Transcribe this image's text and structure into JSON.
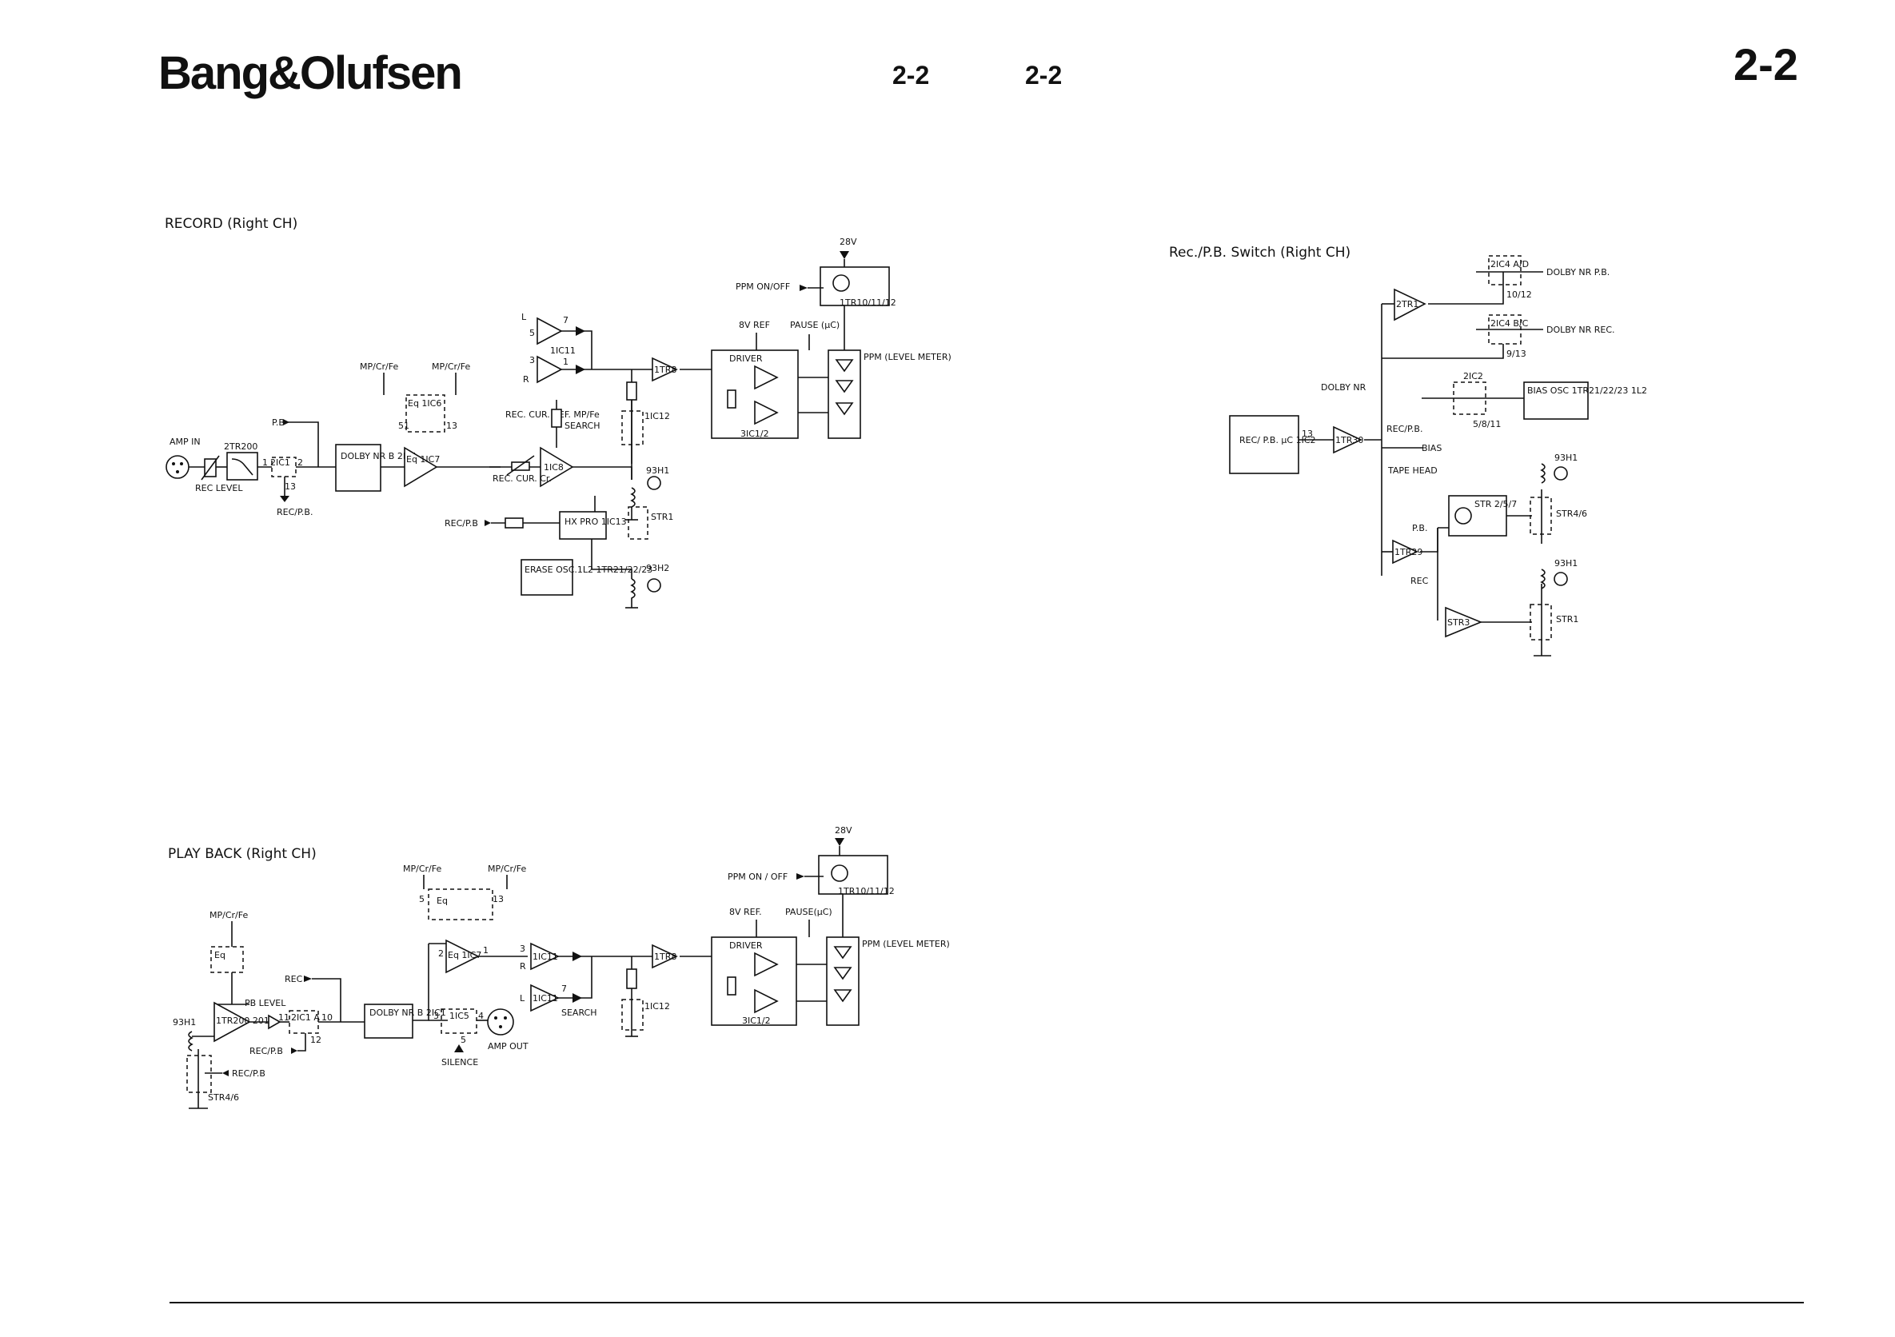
{
  "header": {
    "brand": "Bang&Olufsen",
    "page_left": "2-2",
    "page_mid": "2-2",
    "page_right": "2-2"
  },
  "record": {
    "title": "RECORD (Right CH)",
    "labels": {
      "v28": "28V",
      "ppm_onoff": "PPM ON/OFF",
      "tr_ppm": "1TR10/11/12",
      "v8ref": "8V REF",
      "pause": "PAUSE (µC)",
      "l": "L",
      "r": "R",
      "ic11": "1IC11",
      "pin5": "5",
      "pin7": "7",
      "pin3": "3",
      "pin1": "1",
      "tr8": "1TR8",
      "driver": "DRIVER",
      "ppm_level": "PPM (LEVEL METER)",
      "ic12": "3IC1/2",
      "mp_cr_fe_a": "MP/Cr/Fe",
      "mp_cr_fe_b": "MP/Cr/Fe",
      "eq_ic6": "Eq 1IC6",
      "p51": "51",
      "p13": "13",
      "rec_cur_ref": "REC. CUR. REF. MP/Fe",
      "search": "SEARCH",
      "ic12_sw": "1IC12",
      "pb": "P.B",
      "amp_in": "AMP IN",
      "tr200": "2TR200",
      "ic1": "2IC1",
      "p1": "1",
      "p2": "2",
      "p13b": "13",
      "rec_level": "REC LEVEL",
      "rec_pb": "REC/P.B.",
      "dolby": "DOLBY NR B 2IC1",
      "eq_ic7": "Eq 1IC7",
      "ic8": "1IC8",
      "rec_cur_cr": "REC. CUR. Cr.",
      "h931": "93H1",
      "str1": "STR1",
      "rec_pb2": "REC/P.B",
      "hx_pro": "HX PRO 1IC13",
      "erase": "ERASE OSC.1L2 1TR21/22/23",
      "h932": "93H2"
    }
  },
  "switch": {
    "title": "Rec./P.B. Switch (Right CH)",
    "labels": {
      "ic4ad": "2IC4 A/D",
      "dolby_pb": "DOLBY NR P.B.",
      "p1012": "10/12",
      "tr1": "2TR1",
      "ic4bc": "2IC4 B/C",
      "dolby_rec": "DOLBY NR REC.",
      "p913": "9/13",
      "ic2": "2IC2",
      "bias_osc": "BIAS OSC 1TR21/22/23 1L2",
      "p5811": "5/8/11",
      "dolby_nr": "DOLBY NR",
      "rec_pb_uc": "REC/ P.B. µC 1IC2",
      "p13": "13",
      "tr30": "1TR30",
      "rec_pb": "REC/P.B.",
      "bias": "BIAS",
      "tape_head": "TAPE HEAD",
      "h931": "93H1",
      "str": "STR 2/5/7",
      "str46": "STR4/6",
      "pb": "P.B.",
      "tr29": "1TR29",
      "rec": "REC",
      "str3": "STR3",
      "h931b": "93H1",
      "str1": "STR1"
    }
  },
  "playback": {
    "title": "PLAY BACK (Right CH)",
    "labels": {
      "v28": "28V",
      "ppm_onoff": "PPM ON / OFF",
      "tr_ppm": "1TR10/11/12",
      "v8ref": "8V REF.",
      "pause": "PAUSE(µC)",
      "mp_cr_fe_a": "MP/Cr/Fe",
      "mp_cr_fe_b": "MP/Cr/Fe",
      "mp_cr_fe_c": "MP/Cr/Fe",
      "eq": "Eq",
      "eq2": "Eq",
      "eq_ic7": "Eq 1IC7",
      "p5": "5",
      "p13": "13",
      "ic11r": "1IC11",
      "ic11l": "1IC11",
      "pr": "R",
      "pl": "L",
      "p3": "3",
      "p1": "1",
      "p7": "7",
      "p2": "2",
      "tr8": "1TR8",
      "driver": "DRIVER",
      "ppm_level": "PPM (LEVEL METER)",
      "ic12": "3IC1/2",
      "rec": "REC",
      "pb_level": "PB LEVEL",
      "ic2a": "2IC1 A",
      "p11": "11",
      "p10": "10",
      "p12": "12",
      "h931": "93H1",
      "tr200": "1TR200 201",
      "dolby": "DOLBY NR B 2IC1",
      "ic5": "1IC5",
      "p3b": "3",
      "p4": "4",
      "p5b": "5",
      "silence": "SILENCE",
      "amp_out": "AMP OUT",
      "search": "SEARCH",
      "ic12_sw": "1IC12",
      "rec_pb": "REC/P.B",
      "rec_pb2": "REC/P.B",
      "str46": "STR4/6"
    }
  }
}
